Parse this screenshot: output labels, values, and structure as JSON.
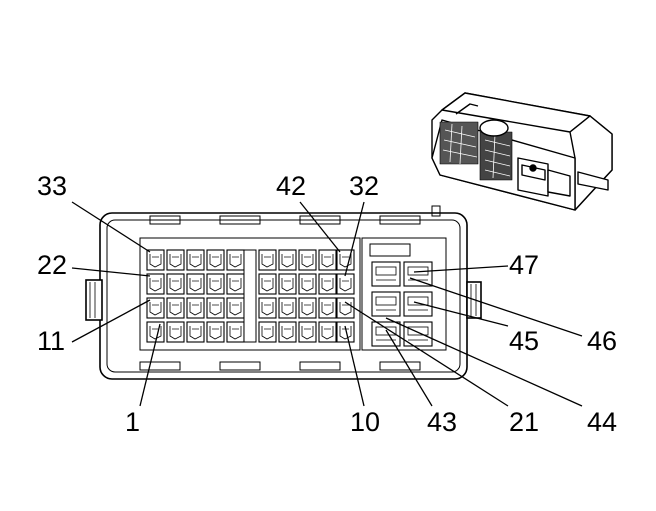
{
  "diagram": {
    "pin_labels": [
      {
        "id": "33",
        "text": "33"
      },
      {
        "id": "42",
        "text": "42"
      },
      {
        "id": "32",
        "text": "32"
      },
      {
        "id": "22",
        "text": "22"
      },
      {
        "id": "47",
        "text": "47"
      },
      {
        "id": "11",
        "text": "11"
      },
      {
        "id": "46",
        "text": "46"
      },
      {
        "id": "45",
        "text": "45"
      },
      {
        "id": "1",
        "text": "1"
      },
      {
        "id": "10",
        "text": "10"
      },
      {
        "id": "43",
        "text": "43"
      },
      {
        "id": "21",
        "text": "21"
      },
      {
        "id": "44",
        "text": "44"
      }
    ],
    "colors": {
      "line": "#000000",
      "background": "#ffffff"
    }
  }
}
